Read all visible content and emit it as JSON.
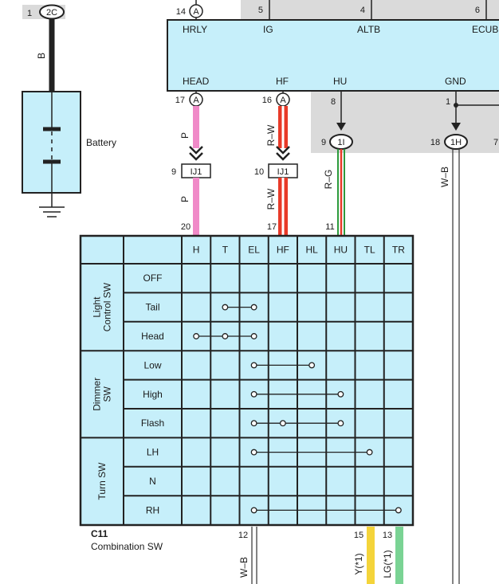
{
  "top_connector": {
    "pin": "1",
    "id": "2C",
    "wire": "B"
  },
  "battery_label": "Battery",
  "relay_block": {
    "top_pins": [
      "14",
      "5",
      "4",
      "6"
    ],
    "top_connector": "A",
    "terminals_top": [
      "HRLY",
      "IG",
      "ALTB",
      "ECUB"
    ],
    "terminals_bottom": [
      "HEAD",
      "HF",
      "HU",
      "GND"
    ]
  },
  "bottom_pins": {
    "head": {
      "pin": "17",
      "conn": "A"
    },
    "hf": {
      "pin": "16",
      "conn": "A"
    },
    "hu": {
      "pin": "8"
    },
    "gnd": {
      "pin": "1"
    }
  },
  "connectors_mid": {
    "hu": {
      "pin": "9",
      "id": "1I"
    },
    "gnd": {
      "pin": "18",
      "id": "1H"
    },
    "extra_pin": "7"
  },
  "junctions": [
    {
      "pin": "9",
      "id": "IJ1"
    },
    {
      "pin": "10",
      "id": "IJ1"
    }
  ],
  "wire_colors": {
    "head_top": "P",
    "head_bottom": "P",
    "hf_top": "R–W",
    "hf_bottom": "R–W",
    "hu": "R–G",
    "gnd": "W–B",
    "bottom_12": "W–B",
    "bottom_15": "Y(*1)",
    "bottom_13": "LG(*1)"
  },
  "switch_pins_top": [
    "20",
    "17",
    "11"
  ],
  "switch_pins_bottom": [
    "12",
    "15",
    "13"
  ],
  "switch_table": {
    "columns": [
      "H",
      "T",
      "EL",
      "HF",
      "HL",
      "HU",
      "TL",
      "TR"
    ],
    "groups": [
      {
        "name_line1": "Light",
        "name_line2": "Control SW",
        "rows": [
          "OFF",
          "Tail",
          "Head"
        ]
      },
      {
        "name_line1": "Dimmer",
        "name_line2": "SW",
        "rows": [
          "Low",
          "High",
          "Flash"
        ]
      },
      {
        "name_line1": "Turn SW",
        "name_line2": "",
        "rows": [
          "LH",
          "N",
          "RH"
        ]
      }
    ],
    "connections": [
      [],
      [
        [
          "T",
          "EL"
        ]
      ],
      [
        [
          "H",
          "T",
          "EL"
        ]
      ],
      [
        [
          "EL",
          "HL"
        ]
      ],
      [
        [
          "EL",
          "HU"
        ]
      ],
      [
        [
          "EL",
          "HF",
          "HU"
        ]
      ],
      [
        [
          "EL",
          "TL"
        ]
      ],
      [],
      [
        [
          "EL",
          "TR"
        ]
      ]
    ]
  },
  "component": {
    "id": "C11",
    "name": "Combination SW"
  },
  "colors": {
    "panel_fill": "#c6effa",
    "gray_zone": "#dadada",
    "pink_wire": "#f08ac8",
    "red_wire": "#e83a28",
    "green_wire": "#2c9a3c",
    "yellow_wire": "#f4d43a",
    "lg_wire": "#7ad394"
  }
}
